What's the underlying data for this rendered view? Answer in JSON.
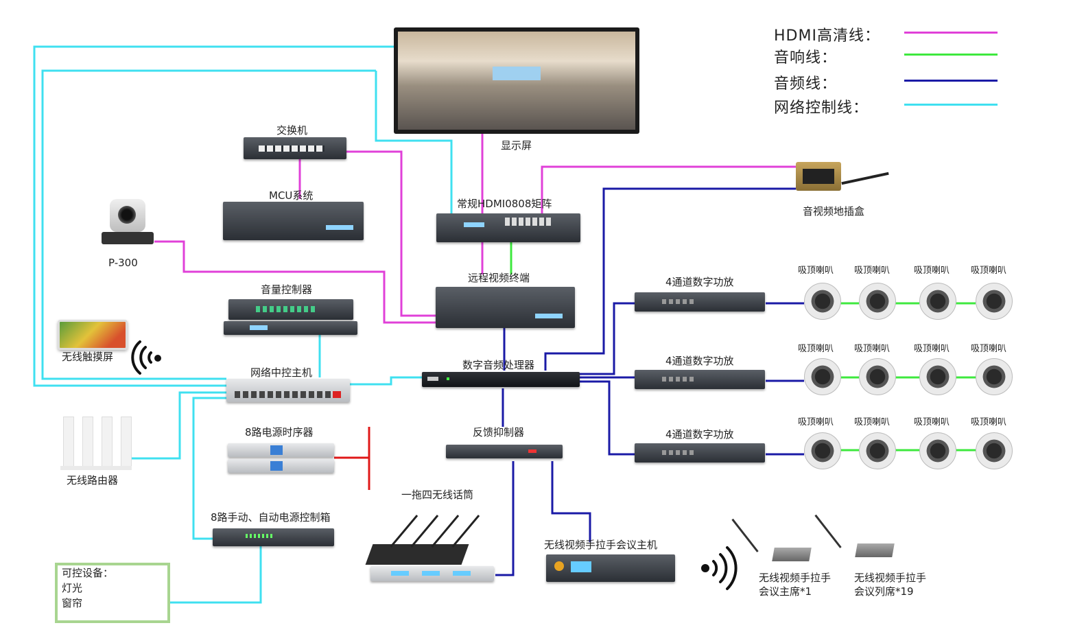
{
  "legend": [
    {
      "label": "HDMI高清线：",
      "color": "#e040d8"
    },
    {
      "label": "音响线：",
      "color": "#3ee83e"
    },
    {
      "label": "音频线：",
      "color": "#1a1aa6"
    },
    {
      "label": "网络控制线：",
      "color": "#3fe0f0"
    }
  ],
  "devices": {
    "display": "显示屏",
    "switch": "交换机",
    "mcu": "MCU系统",
    "camera": "P-300",
    "matrix": "常规HDMI0808矩阵",
    "av_floor_box": "音视频地插盒",
    "video_terminal": "远程视频终端",
    "volume_controller": "音量控制器",
    "touch_screen": "无线触摸屏",
    "central_control": "网络中控主机",
    "dsp": "数字音频处理器",
    "power_sequencer": "8路电源时序器",
    "router": "无线路由器",
    "power_box": "8路手动、自动电源控制箱",
    "feedback_suppressor": "反馈抑制器",
    "wireless_mic": "一拖四无线话筒",
    "conference_host": "无线视频手拉手会议主机",
    "chair_unit": [
      "无线视频手拉手",
      "会议主席*1"
    ],
    "delegate_unit": [
      "无线视频手拉手",
      "会议列席*19"
    ],
    "amplifiers": [
      "4通道数字功放",
      "4通道数字功放",
      "4通道数字功放"
    ],
    "speaker_label": "吸顶喇叭"
  },
  "controllable": {
    "title": "可控设备：",
    "items": [
      "灯光",
      "窗帘"
    ]
  }
}
